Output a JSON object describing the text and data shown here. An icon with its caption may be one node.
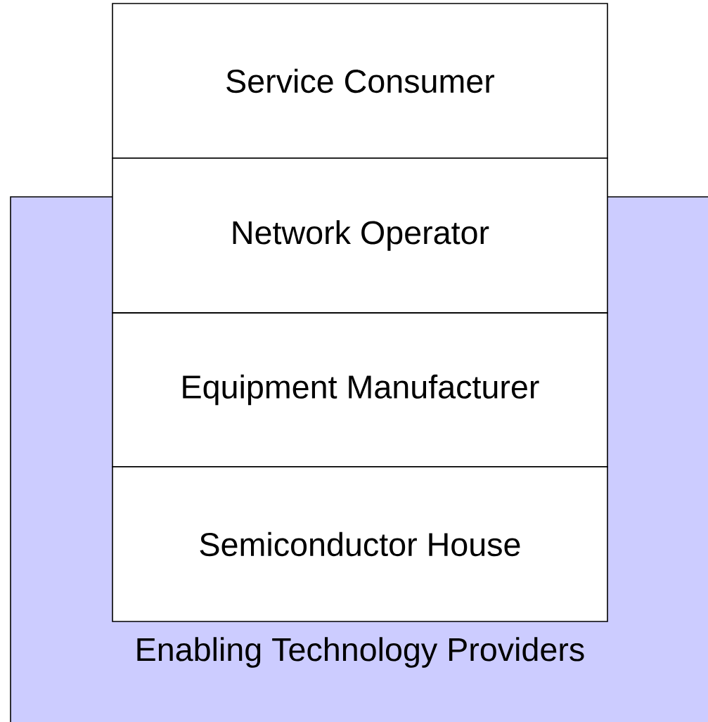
{
  "diagram": {
    "nodes": [
      {
        "text": [
          "Service Consumer"
        ]
      },
      {
        "text": [
          "Enabling Technology Providers"
        ]
      },
      {
        "text": [
          "Network Operator"
        ]
      },
      {
        "text": [
          "Equipment Manufacturer"
        ],
        "in": 1
      },
      {
        "text": [
          "Semiconductor House"
        ],
        "in": 1
      }
    ]
  }
}
